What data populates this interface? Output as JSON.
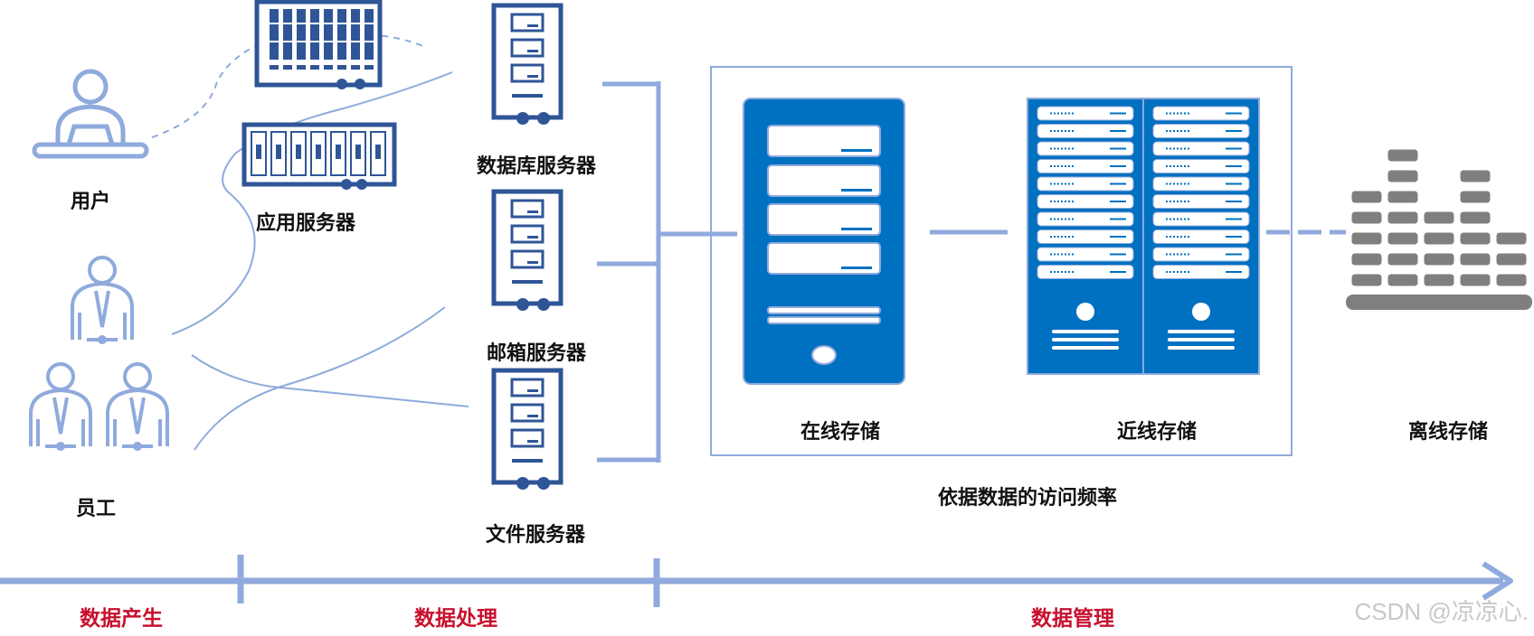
{
  "labels": {
    "user": "用户",
    "employee": "员工",
    "app_server": "应用服务器",
    "db_server": "数据库服务器",
    "mail_server": "邮箱服务器",
    "file_server": "文件服务器",
    "online_storage": "在线存储",
    "nearline_storage": "近线存储",
    "offline_storage": "离线存储",
    "access_frequency": "依据数据的访问频率"
  },
  "phases": {
    "generate": "数据产生",
    "process": "数据处理",
    "manage": "数据管理"
  },
  "watermark": "CSDN @凉凉心.",
  "colors": {
    "light_blue": "#8faadc",
    "dark_blue": "#2f5597",
    "storage_blue": "#0070c0",
    "tape_gray": "#7f7f7f",
    "phase_red": "#c8102e"
  }
}
